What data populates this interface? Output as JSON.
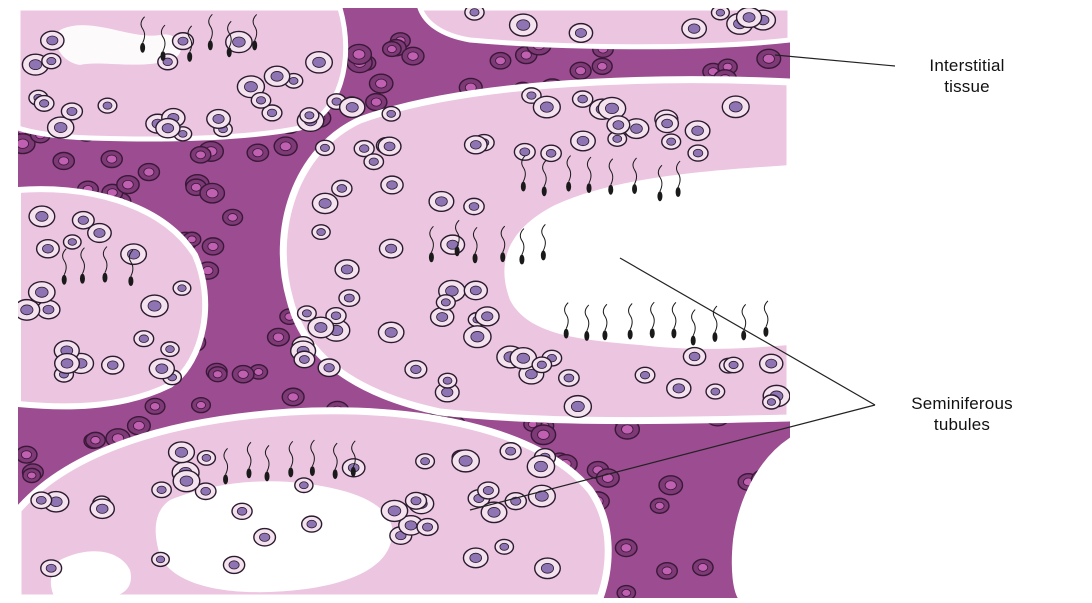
{
  "labels": {
    "interstitial": {
      "line1": "Interstitial",
      "line2": "tissue"
    },
    "seminiferous": {
      "line1": "Seminiferous",
      "line2": "tubules"
    }
  },
  "colors": {
    "background": "#ffffff",
    "interstitial_tissue": "#9c4c90",
    "interstitial_dark": "#7d3a76",
    "tubule_fill": "#ecc5e0",
    "lumen": "#ffffff",
    "cell_nucleus": "#8f74b3",
    "cell_outline": "#2b1b2e",
    "label_text": "#111111",
    "leader_line": "#222222"
  },
  "icons": {
    "cell": "cell-icon",
    "sperm": "sperm-icon"
  }
}
